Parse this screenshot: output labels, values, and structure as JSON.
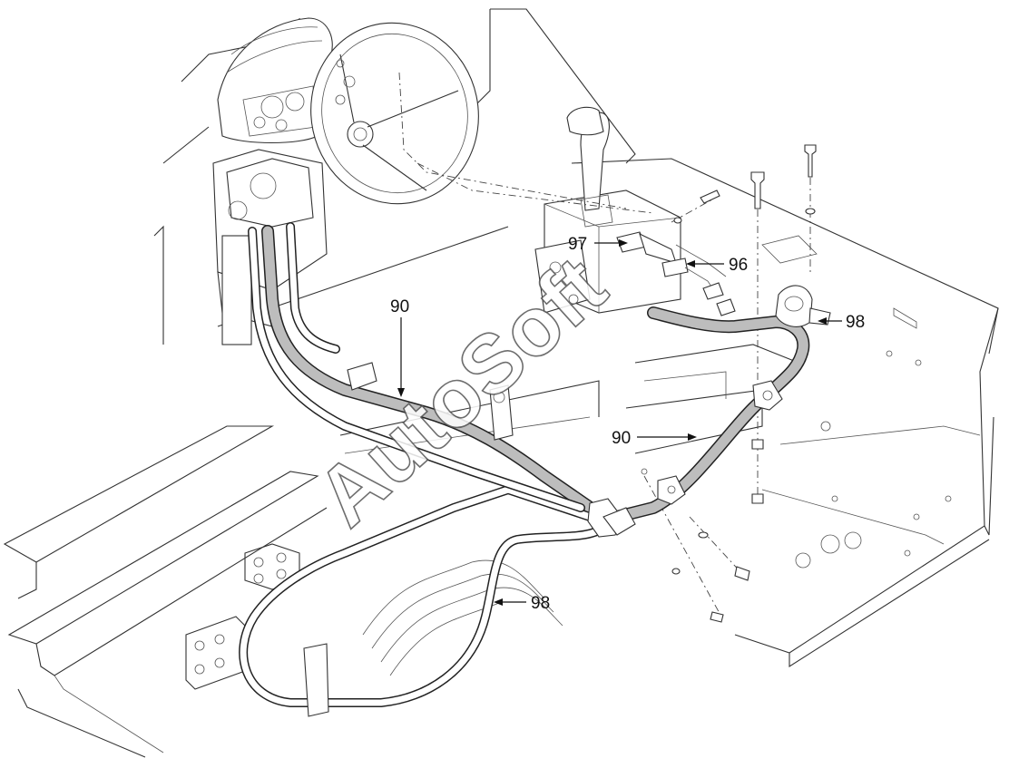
{
  "watermark": "AutoSoft",
  "callouts": [
    {
      "id": "callout-90-upper",
      "label": "90"
    },
    {
      "id": "callout-90-right",
      "label": "90"
    },
    {
      "id": "callout-96",
      "label": "96"
    },
    {
      "id": "callout-97",
      "label": "97"
    },
    {
      "id": "callout-98-right",
      "label": "98"
    },
    {
      "id": "callout-98-lower",
      "label": "98"
    }
  ]
}
